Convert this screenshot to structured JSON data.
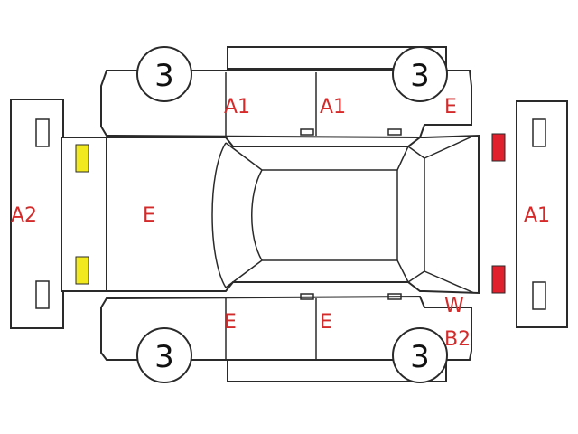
{
  "wheels": {
    "front_left": "3",
    "rear_left": "3",
    "front_right": "3",
    "rear_right": "3"
  },
  "damage_codes": {
    "rear_bumper": "A2",
    "trunk": "E",
    "front_bumper": "A1",
    "left_rear_door": "A1",
    "left_front_door": "A1",
    "left_front_fender": "E",
    "right_rear_door": "E",
    "right_front_door": "E",
    "right_front_fender_line1": "W",
    "right_front_fender_line2": "B2"
  },
  "colors": {
    "outline": "#2a2a2a",
    "code_text": "#d42a2a",
    "rear_light": "#f2ea1e",
    "front_light": "#e0202c"
  }
}
